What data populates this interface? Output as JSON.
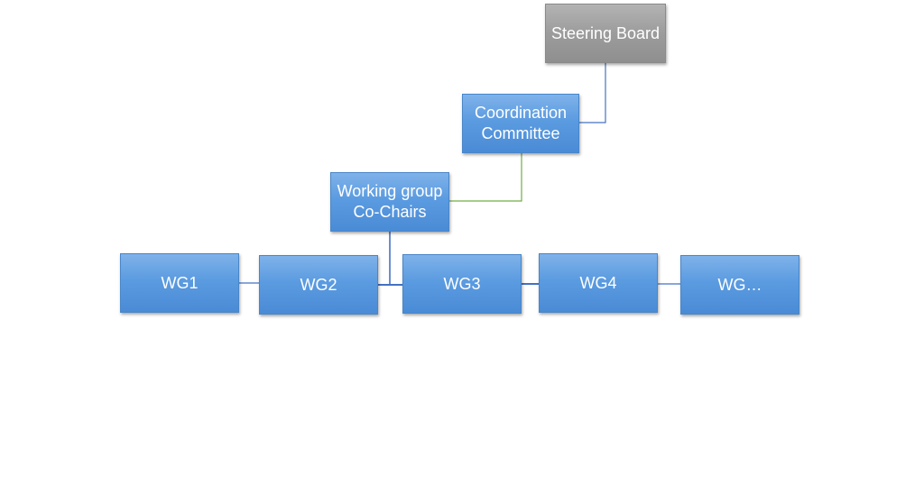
{
  "diagram": {
    "nodes": {
      "steering_board": "Steering Board",
      "coordination_committee": "Coordination\nCommittee",
      "wg_co_chairs": "Working group\nCo-Chairs",
      "wg1": "WG1",
      "wg2": "WG2",
      "wg3": "WG3",
      "wg4": "WG4",
      "wg_more": "WG…"
    },
    "edges": [
      {
        "from": "coordination_committee",
        "to": "steering_board"
      },
      {
        "from": "wg_co_chairs",
        "to": "coordination_committee"
      },
      {
        "from": "wg_co_chairs",
        "to": "wg2"
      },
      {
        "from": "wg_co_chairs",
        "to": "wg3"
      },
      {
        "from": "wg1",
        "to": "wg2"
      },
      {
        "from": "wg3",
        "to": "wg4"
      },
      {
        "from": "wg4",
        "to": "wg_more"
      }
    ],
    "colors": {
      "node_blue": "#5b9be0",
      "node_gray": "#9c9c9c",
      "connector_blue": "#4472c4",
      "connector_green": "#70ad47",
      "text": "#ffffff"
    }
  }
}
